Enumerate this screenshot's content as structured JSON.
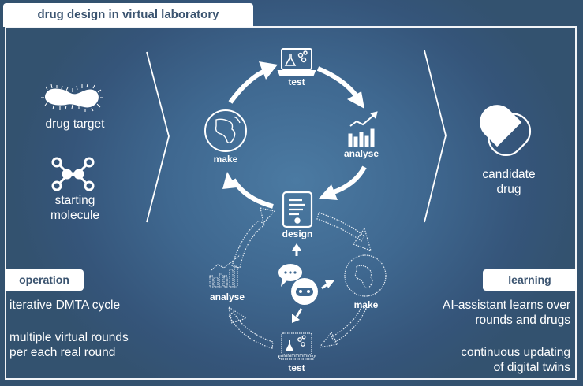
{
  "title": "drug design in virtual laboratory",
  "inputs": {
    "drug_target": "drug target",
    "starting_molecule_line1": "starting",
    "starting_molecule_line2": "molecule"
  },
  "output": {
    "line1": "candidate",
    "line2": "drug"
  },
  "real_cycle": {
    "test": "test",
    "analyse": "analyse",
    "design": "design",
    "make": "make"
  },
  "virtual_cycle": {
    "analyse": "analyse",
    "make": "make",
    "test": "test"
  },
  "operation": {
    "label": "operation",
    "line1": "iterative DMTA cycle",
    "line2": "multiple virtual rounds",
    "line3": "per each real round"
  },
  "learning": {
    "label": "learning",
    "line1": "AI-assistant learns over",
    "line2": "rounds and drugs",
    "line3": "continuous updating",
    "line4": "of digital twins"
  },
  "colors": {
    "background": "#3f6890",
    "foreground": "#ffffff",
    "tab_text": "#3b5470"
  }
}
